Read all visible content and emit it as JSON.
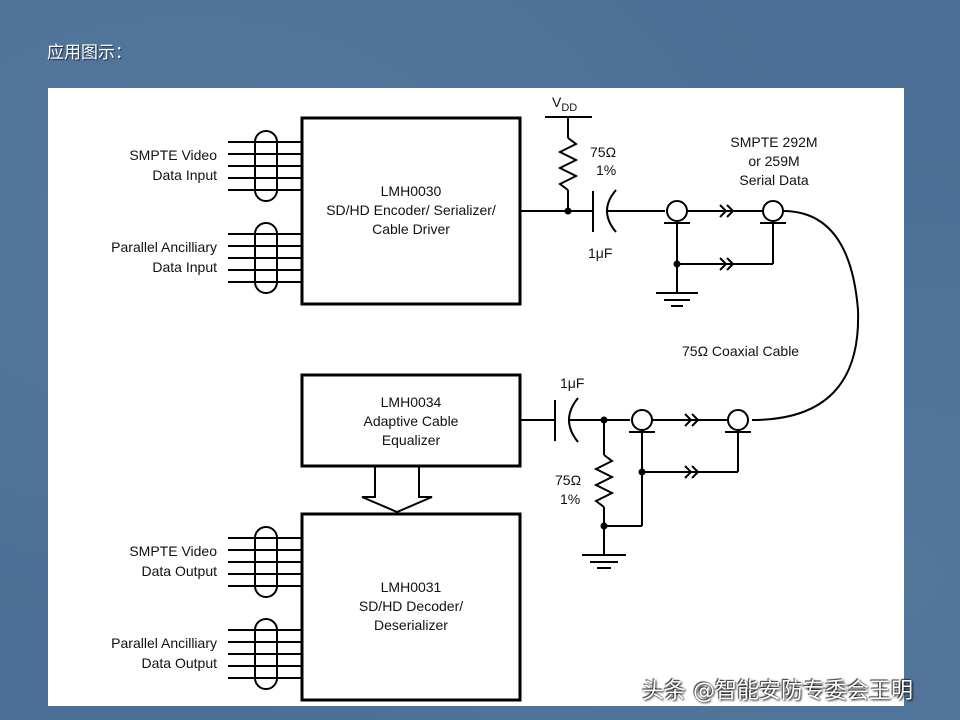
{
  "slide": {
    "title": "应用图示：",
    "background_color": "#4b6f96"
  },
  "diagram": {
    "blocks": {
      "encoder": {
        "part": "LMH0030",
        "line2": "SD/HD Encoder/ Serializer/",
        "line3": "Cable Driver"
      },
      "equalizer": {
        "part": "LMH0034",
        "line2": "Adaptive Cable",
        "line3": "Equalizer"
      },
      "decoder": {
        "part": "LMH0031",
        "line2": "SD/HD Decoder/",
        "line3": "Deserializer"
      }
    },
    "inputs": {
      "video": {
        "line1": "SMPTE Video",
        "line2": "Data Input"
      },
      "ancillary": {
        "line1": "Parallel Ancilliary",
        "line2": "Data Input"
      }
    },
    "outputs": {
      "video": {
        "line1": "SMPTE Video",
        "line2": "Data Output"
      },
      "ancillary": {
        "line1": "Parallel Ancilliary",
        "line2": "Data Output"
      }
    },
    "supply": {
      "label": "V",
      "subscript": "DD"
    },
    "tx_resistor": {
      "value": "75Ω",
      "tolerance": "1%"
    },
    "tx_capacitor": {
      "value": "1μF"
    },
    "serial_label": {
      "line1": "SMPTE 292M",
      "line2": "or 259M",
      "line3": "Serial Data"
    },
    "cable_label": "75Ω Coaxial Cable",
    "rx_capacitor": {
      "value": "1μF"
    },
    "rx_resistor": {
      "value": "75Ω",
      "tolerance": "1%"
    }
  },
  "watermark": "头条 @智能安防专委会王明"
}
